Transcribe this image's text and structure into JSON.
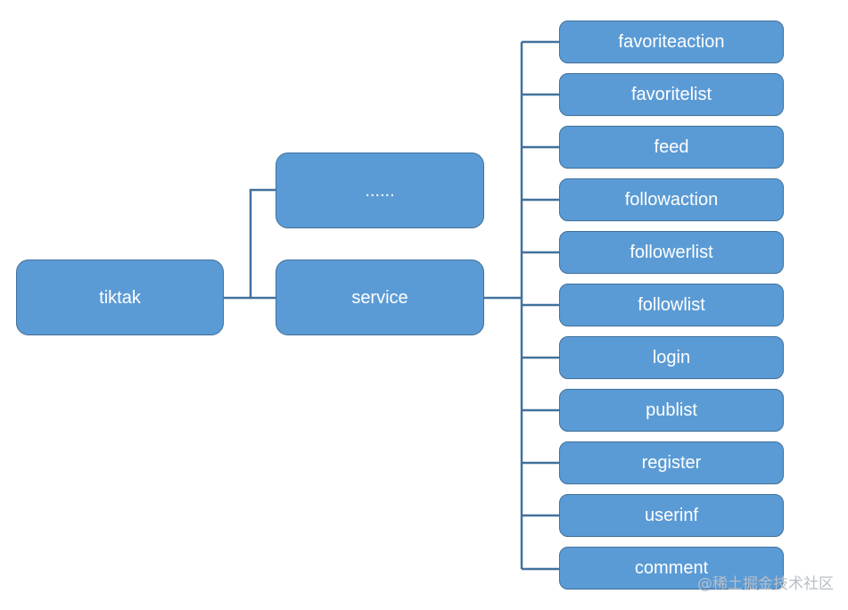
{
  "diagram": {
    "root": {
      "label": "tiktak"
    },
    "level1": [
      {
        "label": "......"
      },
      {
        "label": "service"
      }
    ],
    "services": [
      {
        "label": "favoriteaction"
      },
      {
        "label": "favoritelist"
      },
      {
        "label": "feed"
      },
      {
        "label": "followaction"
      },
      {
        "label": "followerlist"
      },
      {
        "label": "followlist"
      },
      {
        "label": "login"
      },
      {
        "label": "publist"
      },
      {
        "label": "register"
      },
      {
        "label": "userinf"
      },
      {
        "label": "comment"
      }
    ]
  },
  "watermark": {
    "text": "@稀土掘金技术社区"
  },
  "colors": {
    "node_fill": "#5b9bd5",
    "node_border": "#41719c",
    "connector": "#41719c",
    "text": "#ffffff",
    "watermark": "#b8bec8"
  }
}
